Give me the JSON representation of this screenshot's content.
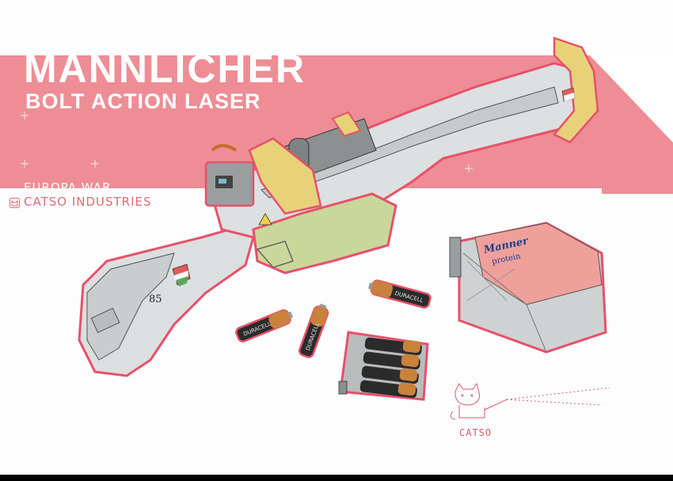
{
  "title": "MANNLICHER",
  "subtitle": "BOLT ACTION LASER",
  "tag_line": "EUROPA WAR",
  "company": "CATSO INDUSTRIES",
  "stock_number": "85",
  "battery_brand": "DURACELL",
  "ammo_box": {
    "brand": "Manner",
    "sub": "protein"
  },
  "signature": "CATSO",
  "colors": {
    "banner": "#ef8f96",
    "banner_light": "#f4a9ae",
    "outline": "#e8506a",
    "body_gray": "#d9dcdc",
    "accent_yellow": "#e7d27a",
    "accent_green": "#c9d89a",
    "battery_black": "#2b2b2b",
    "battery_copper": "#c9823b",
    "box_pink": "#f0a09a"
  }
}
